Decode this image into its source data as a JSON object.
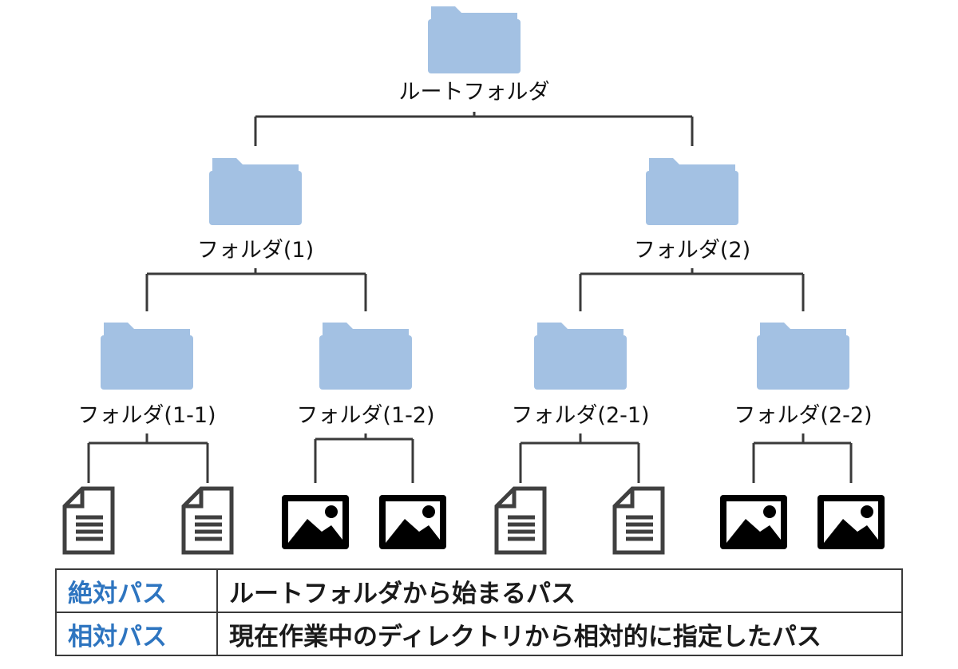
{
  "tree": {
    "root": {
      "label": "ルートフォルダ",
      "icon": "folder-icon"
    },
    "folders": [
      {
        "label": "フォルダ(1)",
        "icon": "folder-icon"
      },
      {
        "label": "フォルダ(2)",
        "icon": "folder-icon"
      },
      {
        "label": "フォルダ(1-1)",
        "icon": "folder-icon"
      },
      {
        "label": "フォルダ(1-2)",
        "icon": "folder-icon"
      },
      {
        "label": "フォルダ(2-1)",
        "icon": "folder-icon"
      },
      {
        "label": "フォルダ(2-2)",
        "icon": "folder-icon"
      }
    ],
    "leaves": [
      {
        "parent": "フォルダ(1-1)",
        "type": "document",
        "count": 2
      },
      {
        "parent": "フォルダ(1-2)",
        "type": "image",
        "count": 2
      },
      {
        "parent": "フォルダ(2-1)",
        "type": "document",
        "count": 2
      },
      {
        "parent": "フォルダ(2-2)",
        "type": "image",
        "count": 2
      }
    ]
  },
  "legend": [
    {
      "term": "絶対パス",
      "description": "ルートフォルダから始まるパス"
    },
    {
      "term": "相対パス",
      "description": "現在作業中のディレクトリから相対的に指定したパス"
    }
  ],
  "colors": {
    "folder": "#a3c1e3",
    "line": "#3a3a3a",
    "term": "#2e75c0",
    "file_stroke": "#404040"
  }
}
